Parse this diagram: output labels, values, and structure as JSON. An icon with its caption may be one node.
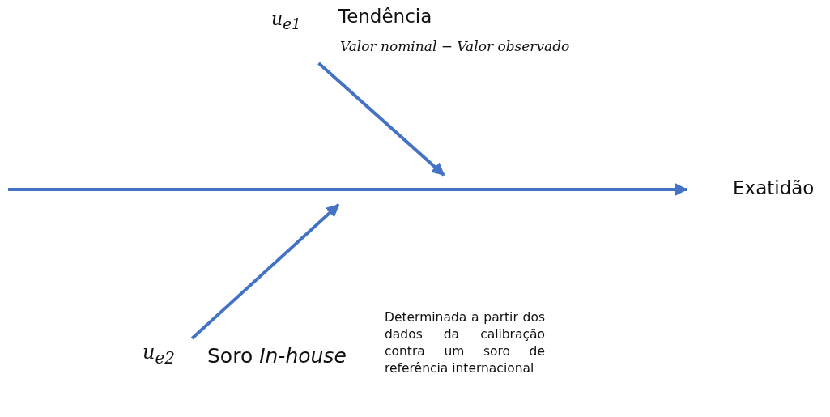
{
  "diagram": {
    "nodes": [
      {
        "text": [
          "Tendência"
        ],
        "beside": [
          "u$_{e1}$",
          "Valor nominal − Valor observado"
        ]
      },
      {
        "text": [
          "Exatidão"
        ]
      },
      {
        "text": [
          "Soro *In-house*"
        ],
        "beside": [
          "u$_{e2}$"
        ]
      }
    ],
    "edges": [
      {
        "from": null,
        "to": 1,
        "arrow": "to"
      },
      {
        "from": 0,
        "to": null,
        "arrow": "to"
      },
      {
        "from": 2,
        "to": null,
        "arrow": "to"
      }
    ],
    "labels": [
      "Determinada a partir dos dados da calibração contra um soro de referência internacional"
    ]
  }
}
